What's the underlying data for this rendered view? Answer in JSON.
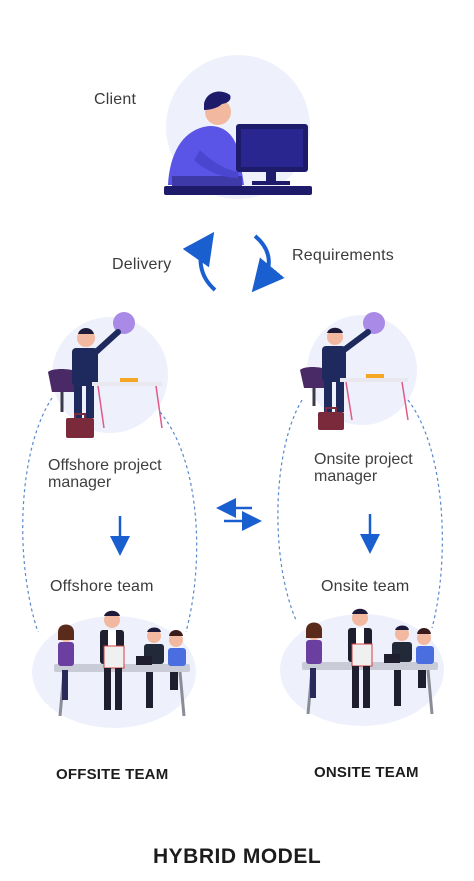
{
  "labels": {
    "client": "Client",
    "delivery": "Delivery",
    "requirements": "Requirements",
    "offshore_pm_line1": "Offshore project",
    "offshore_pm_line2": "manager",
    "onsite_pm_line1": "Onsite project",
    "onsite_pm_line2": "manager",
    "offshore_team": "Offshore team",
    "onsite_team": "Onsite team"
  },
  "footer": {
    "offsite_title": "OFFSITE TEAM",
    "onsite_title": "ONSITE TEAM",
    "model_title": "HYBRID MODEL"
  },
  "colors": {
    "arrow_blue": "#1a5fd0",
    "dashed_line": "#5a88c9",
    "bubble_bg": "#eef1fb",
    "computer": "#1e1b6b",
    "shirt_purple": "#5a55e6",
    "chat_bubble": "#a98ae6"
  }
}
